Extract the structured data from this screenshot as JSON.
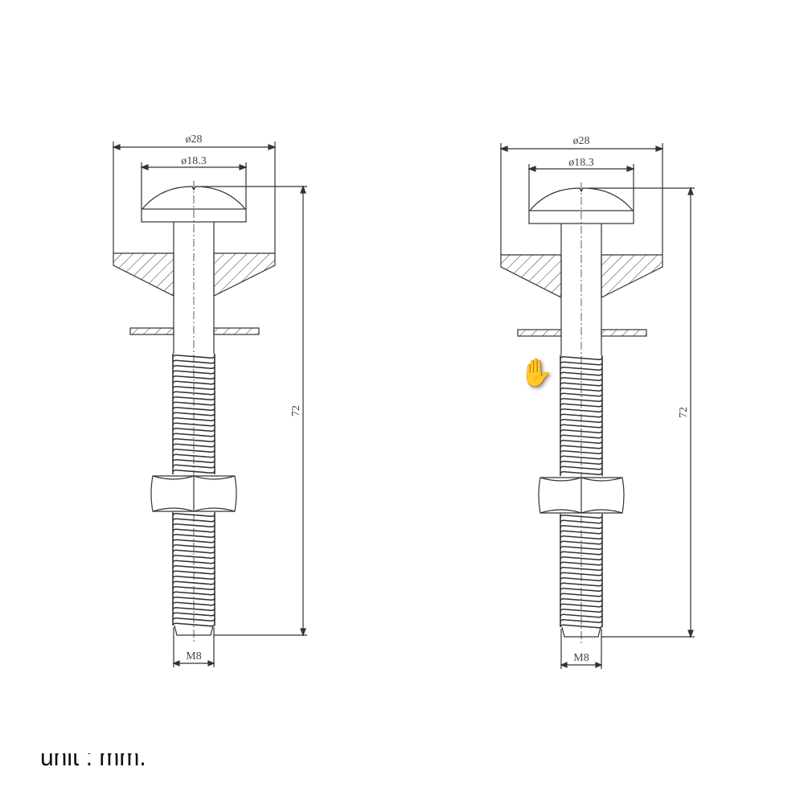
{
  "drawings": [
    {
      "head_diameter": "ø28",
      "dome_diameter": "ø18.3",
      "length": "72",
      "thread": "M8"
    },
    {
      "head_diameter": "ø28",
      "dome_diameter": "ø18.3",
      "length": "72",
      "thread": "M8"
    }
  ],
  "unit_note": "unit : mm.",
  "cursor": {
    "icon": "hand-pointer-icon"
  },
  "colors": {
    "line": "#333333",
    "background": "#ffffff"
  }
}
